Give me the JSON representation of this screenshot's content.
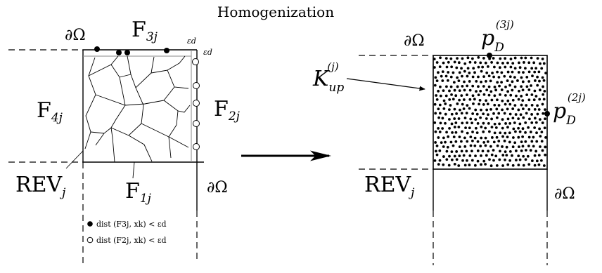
{
  "title": "Homogenization",
  "left": {
    "boundary_top": "∂Ω",
    "boundary_right": "∂Ω",
    "face_top": {
      "main": "F",
      "sub": "3j"
    },
    "face_right": {
      "main": "F",
      "sub": "2j"
    },
    "face_left": {
      "main": "F",
      "sub": "4j"
    },
    "face_bottom": {
      "main": "F",
      "sub": "1j"
    },
    "rev": {
      "main": "REV",
      "sub": "j"
    },
    "eps_outer": "εd",
    "eps_inner": "εd",
    "legend": [
      {
        "marker": "filled",
        "text": "dist (F3j, xk) < εd"
      },
      {
        "marker": "hollow",
        "text": "dist (F2j, xk) < εd"
      }
    ]
  },
  "right": {
    "boundary_top": "∂Ω",
    "boundary_right": "∂Ω",
    "rev": {
      "main": "REV",
      "sub": "j"
    },
    "k_label": {
      "main": "K",
      "sub": "up",
      "sup": "(j)"
    },
    "p_top": {
      "main": "p",
      "sub": "D",
      "sup": "(3j)"
    },
    "p_right": {
      "main": "p",
      "sub": "D",
      "sup": "(2j)"
    }
  }
}
